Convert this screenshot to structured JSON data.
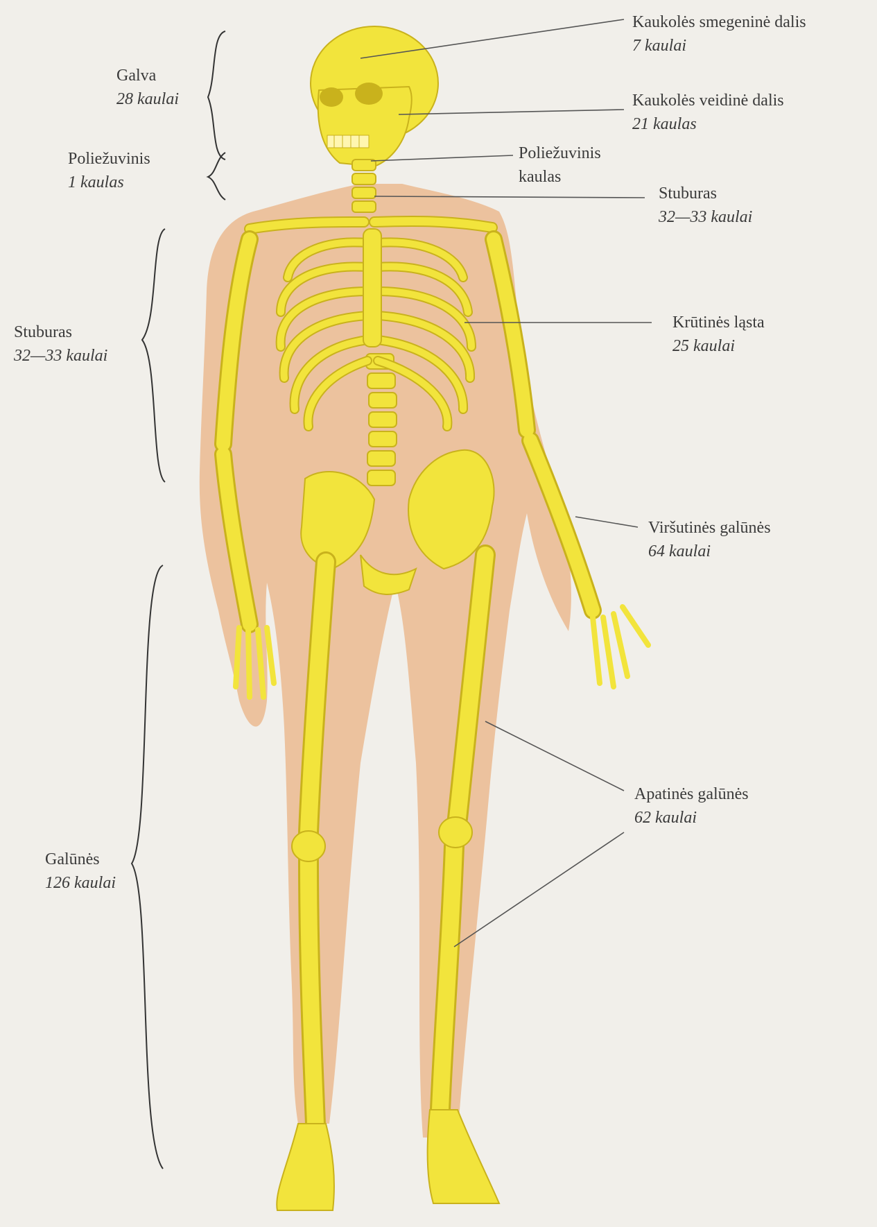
{
  "colors": {
    "background": "#f1efea",
    "silhouette": "#ecc29e",
    "bone": "#f2e43c",
    "bone_shade": "#c9b21c",
    "leader_line": "#555555"
  },
  "labels": {
    "left": [
      {
        "name": "Galva",
        "count": "28 kaulai"
      },
      {
        "name": "Poliežuvinis",
        "count": "1 kaulas"
      },
      {
        "name": "Stuburas",
        "count": "32—33 kaulai"
      },
      {
        "name": "Galūnės",
        "count": "126 kaulai"
      }
    ],
    "right": [
      {
        "name": "Kaukolės smegeninė dalis",
        "count": "7 kaulai"
      },
      {
        "name": "Kaukolės veidinė dalis",
        "count": "21 kaulas"
      },
      {
        "name": "Poliežuvinis",
        "count": "kaulas"
      },
      {
        "name": "Stuburas",
        "count": "32—33 kaulai"
      },
      {
        "name": "Krūtinės ląsta",
        "count": "25 kaulai"
      },
      {
        "name": "Viršutinės galūnės",
        "count": "64 kaulai"
      },
      {
        "name": "Apatinės galūnės",
        "count": "62 kaulai"
      }
    ]
  }
}
